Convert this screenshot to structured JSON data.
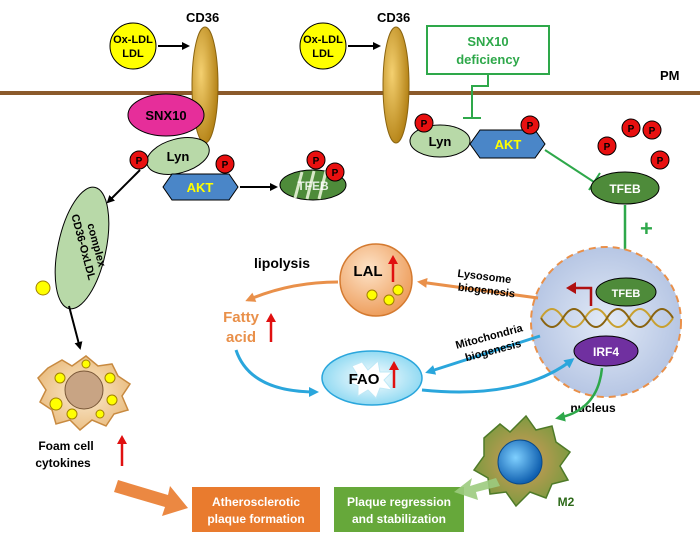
{
  "membrane": {
    "label": "PM"
  },
  "receptor": {
    "left_label": "CD36",
    "right_label": "CD36"
  },
  "ligand": {
    "line1": "Ox-LDL",
    "line2": "LDL"
  },
  "proteins": {
    "snx10": "SNX10",
    "lyn": "Lyn",
    "akt": "AKT",
    "tfeb": "TFEB",
    "irf4": "IRF4",
    "phospho": "P"
  },
  "deficiency": {
    "line1": "SNX10",
    "line2": "deficiency"
  },
  "complex": {
    "line1": "CD36-OxLDL",
    "line2": "complex"
  },
  "foam": {
    "line1": "Foam cell",
    "line2": "cytokines"
  },
  "lysosome": {
    "lal": "LAL",
    "lipolysis": "lipolysis",
    "biogenesis_line1": "Lysosome",
    "biogenesis_line2": "biogenesis"
  },
  "fatty_acid": {
    "line1": "Fatty",
    "line2": "acid"
  },
  "fao": {
    "label": "FAO"
  },
  "mitochondria": {
    "line1": "Mitochondria",
    "line2": "biogenesis"
  },
  "nucleus": {
    "label": "nucleus",
    "plus": "+"
  },
  "macrophage": {
    "label": "M2"
  },
  "outcomes": {
    "athero_line1": "Atherosclerotic",
    "athero_line2": "plaque formation",
    "regress_line1": "Plaque regression",
    "regress_line2": "and stabilization"
  },
  "colors": {
    "membrane": "#8B5A2B",
    "cd36": "#D4A017",
    "ligand": "#FFFF00",
    "snx10": "#E62E9A",
    "lyn": "#B8D9A8",
    "akt": "#4A86C8",
    "tfeb": "#4E8B3A",
    "phospho": "#E81010",
    "irf4": "#7030A0",
    "green_arrow": "#2EA84A",
    "orange_arrow": "#E9904A",
    "blue_arrow": "#2AA6DC",
    "up_arrow": "#E01010",
    "athero_box": "#E97B2E",
    "regress_box": "#66A83A"
  }
}
